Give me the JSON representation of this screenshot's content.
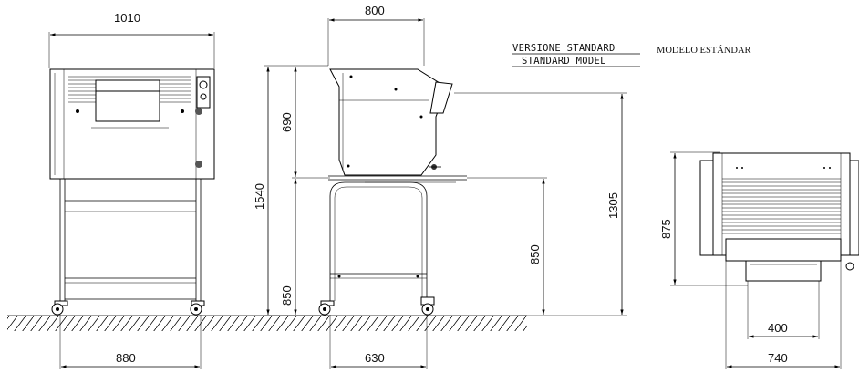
{
  "titles": {
    "standard_it": "VERSIONE STANDARD",
    "standard_en": "STANDARD MODEL",
    "standard_es": "MODELO ESTÁNDAR"
  },
  "front_view": {
    "width_top": "1010",
    "width_bottom": "880"
  },
  "side_view": {
    "depth_top": "800",
    "height_upper": "690",
    "height_total": "1540",
    "height_lower_left": "850",
    "height_lower_right": "850",
    "height_outlet": "1305",
    "depth_bottom": "630"
  },
  "top_view": {
    "depth": "875",
    "inner_width": "400",
    "outer_width": "740"
  }
}
